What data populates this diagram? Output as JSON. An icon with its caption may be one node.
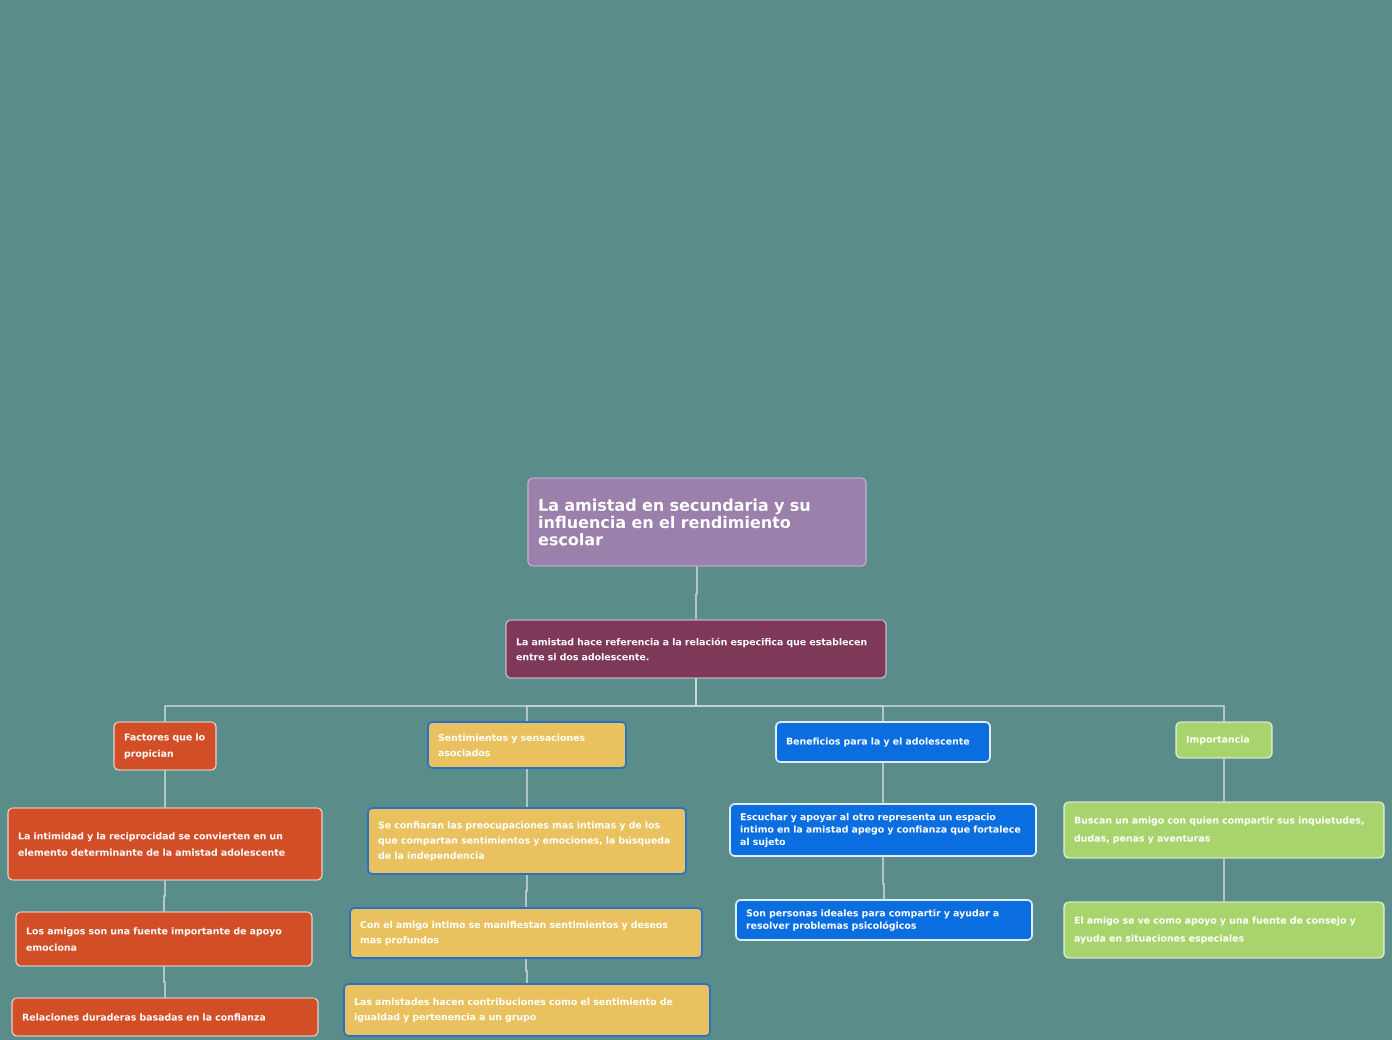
{
  "diagram": {
    "nodes": [
      {
        "text": [
          "La amistad en secundaria y su influencia en el rendimiento escolar"
        ]
      },
      {
        "text": [
          "La amistad hace referencia a la relación especifica que establecen entre si dos adolescente."
        ]
      },
      {
        "text": [
          "Factores que lo propician"
        ]
      },
      {
        "text": [
          "La intimidad y la reciprocidad se convierten en un elemento determinante de la amistad adolescente"
        ]
      },
      {
        "text": [
          "Los amigos son una fuente importante de apoyo emociona"
        ]
      },
      {
        "text": [
          "Relaciones duraderas basadas en la confianza"
        ]
      },
      {
        "text": [
          "Sentimientos y sensaciones asociados"
        ]
      },
      {
        "text": [
          "Se confiaran las preocupaciones mas intimas y de los que compartan sentimientos y emociones, la búsqueda de la independencia"
        ]
      },
      {
        "text": [
          "Con el amigo intimo se manifiestan sentimientos y deseos mas profundos"
        ]
      },
      {
        "text": [
          "Las amistades hacen contribuciones como el sentimiento de igualdad y pertenencia a un grupo"
        ]
      },
      {
        "text": [
          "Beneficios para la y el adolescente"
        ]
      },
      {
        "text": [
          "Escuchar y apoyar al otro representa un espacio intimo en la amistad apego y confianza que fortalece al sujeto"
        ]
      },
      {
        "text": [
          "Son personas ideales para compartir y ayudar a resolver problemas psicológicos"
        ]
      },
      {
        "text": [
          "Importancia"
        ]
      },
      {
        "text": [
          "Buscan un amigo con quien compartir sus inquietudes, dudas, penas y aventuras"
        ]
      },
      {
        "text": [
          "El amigo se ve como apoyo y una fuente de consejo y ayuda en situaciones especiales"
        ]
      }
    ],
    "edges": [
      {
        "from": 0,
        "to": 1,
        "arrow": "none"
      },
      {
        "from": 1,
        "to": 2,
        "arrow": "none"
      },
      {
        "from": 1,
        "to": 6,
        "arrow": "none"
      },
      {
        "from": 1,
        "to": 10,
        "arrow": "none"
      },
      {
        "from": 1,
        "to": 13,
        "arrow": "none"
      },
      {
        "from": 2,
        "to": 3,
        "arrow": "none"
      },
      {
        "from": 3,
        "to": 4,
        "arrow": "none"
      },
      {
        "from": 4,
        "to": 5,
        "arrow": "none"
      },
      {
        "from": 6,
        "to": 7,
        "arrow": "none"
      },
      {
        "from": 7,
        "to": 8,
        "arrow": "none"
      },
      {
        "from": 8,
        "to": 9,
        "arrow": "none"
      },
      {
        "from": 10,
        "to": 11,
        "arrow": "none"
      },
      {
        "from": 11,
        "to": 12,
        "arrow": "none"
      },
      {
        "from": 13,
        "to": 14,
        "arrow": "none"
      },
      {
        "from": 14,
        "to": 15,
        "arrow": "none"
      }
    ]
  }
}
